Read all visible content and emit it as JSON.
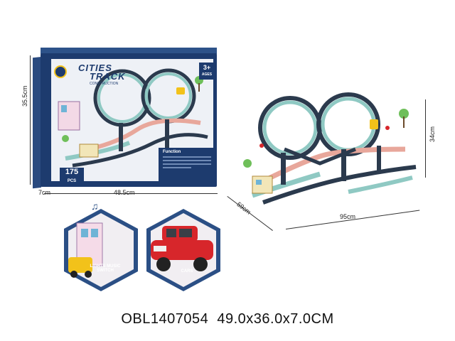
{
  "box": {
    "brand_line1": "CITIES",
    "brand_line2": "TRACK",
    "subtitle": "CONSTRUCTION",
    "age": "3+",
    "age_sub": "AGES",
    "count": "175",
    "count_unit": "PCS",
    "function_title": "Function"
  },
  "dimensions": {
    "box_height": "35.5cm",
    "box_depth": "7cm",
    "box_width": "48.5cm",
    "set_height": "34cm",
    "set_depth": "59cm",
    "set_width": "95cm"
  },
  "features": {
    "left_label": "LIGHTS MUSIC SWITCH",
    "right_label": "CARS"
  },
  "colors": {
    "box_navy": "#1d3b6e",
    "track_teal": "#8fc9c3",
    "track_pink": "#e8a79b",
    "track_dark": "#2b3a4d",
    "car_red": "#d7262b",
    "car_yellow": "#f2c21a"
  },
  "footer": {
    "text": "OBL1407054  49.0x36.0x7.0CM"
  }
}
